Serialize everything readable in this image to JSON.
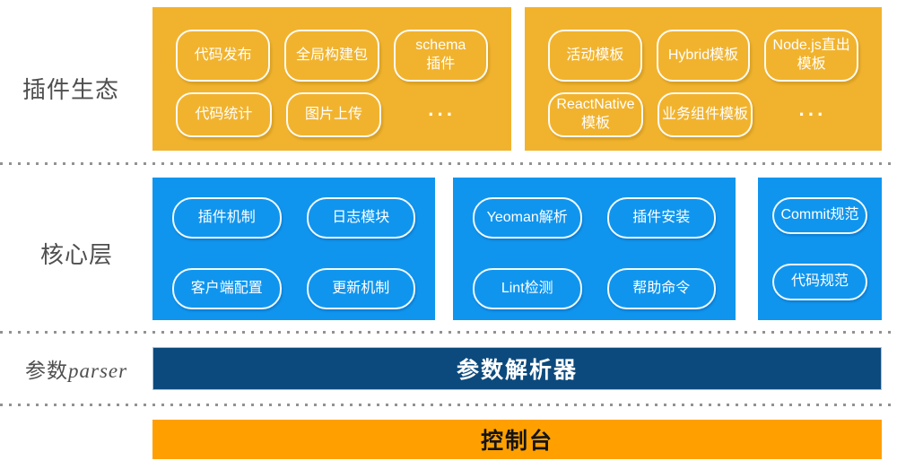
{
  "colors": {
    "gold": "#F1B32E",
    "blue": "#1095EE",
    "navy": "#0C4A7D",
    "orange": "#FFA000",
    "divider_dot": "#929292",
    "label_text": "#4F4F4F",
    "pill_text": "#FFFFFF"
  },
  "side_labels": {
    "ecosystem": "插件生态",
    "core": "核心层",
    "parser_zh": "参数",
    "parser_en": "parser"
  },
  "ecosystem": {
    "left_box": {
      "pills": [
        "代码发布",
        "全局构建包",
        "schema\n插件",
        "代码统计",
        "图片上传",
        "···"
      ]
    },
    "right_box": {
      "pills": [
        "活动模板",
        "Hybrid模板",
        "Node.js直出\n模板",
        "ReactNative\n模板",
        "业务组件模板",
        "···"
      ]
    }
  },
  "core": {
    "box1": {
      "pills": [
        "插件机制",
        "日志模块",
        "客户端配置",
        "更新机制"
      ]
    },
    "box2": {
      "pills": [
        "Yeoman解析",
        "插件安装",
        "Lint检测",
        "帮助命令"
      ]
    },
    "box3": {
      "pills": [
        "Commit规范",
        "代码规范"
      ]
    }
  },
  "parser_bar": {
    "label": "参数解析器"
  },
  "console_bar": {
    "label": "控制台"
  }
}
